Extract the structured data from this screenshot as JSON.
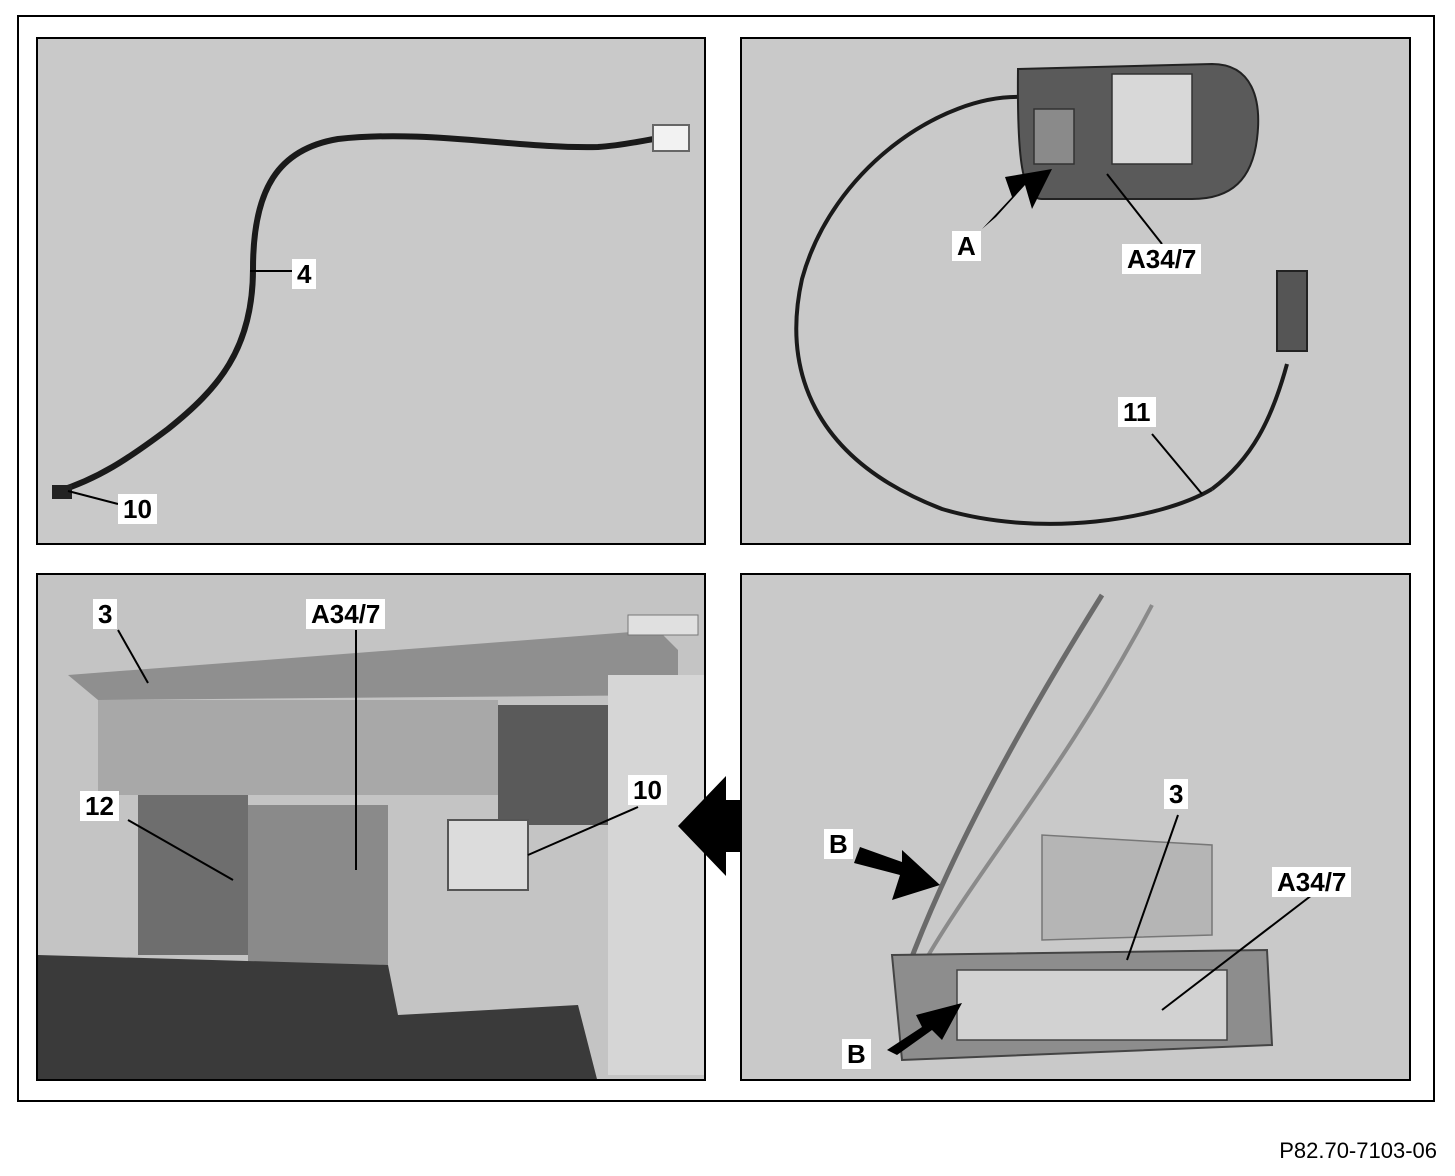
{
  "figure_code": "P82.70-7103-06",
  "panels": {
    "top_left": {
      "labels": {
        "cable": "4",
        "connector": "10"
      }
    },
    "top_right": {
      "labels": {
        "arrow": "A",
        "module": "A34/7",
        "cable": "11"
      }
    },
    "bottom_left": {
      "labels": {
        "part3": "3",
        "module": "A34/7",
        "part12": "12",
        "part10": "10"
      }
    },
    "bottom_right": {
      "labels": {
        "arrow_upper": "B",
        "arrow_lower": "B",
        "part3": "3",
        "module": "A34/7"
      }
    }
  },
  "colors": {
    "panel_bg": "#c9c9c9",
    "line": "#000000",
    "label_bg": "#ffffff"
  }
}
